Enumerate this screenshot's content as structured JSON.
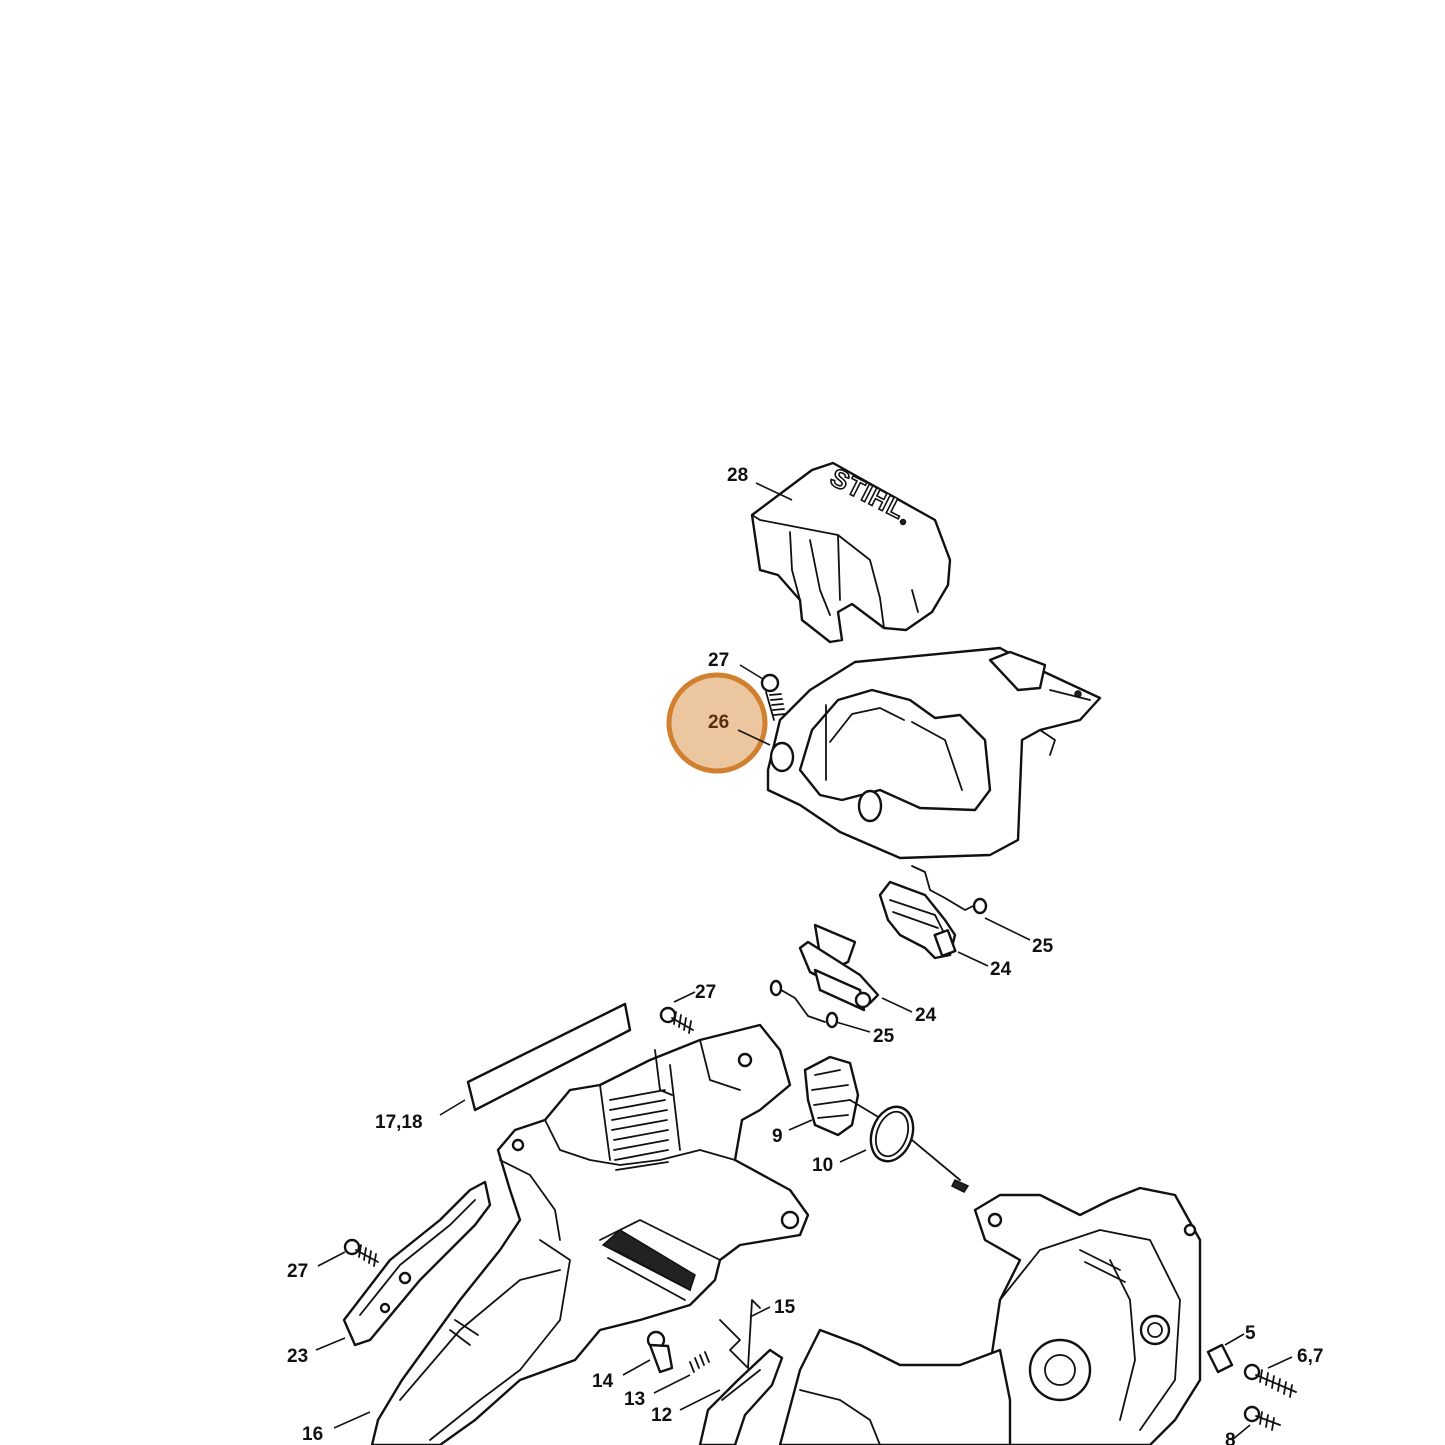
{
  "highlight": {
    "label": "26",
    "fill": "#e8bc8e",
    "stroke": "#d0802e",
    "text_color": "#5a3010"
  },
  "logo_text": "STIHL",
  "callouts": {
    "c28": "28",
    "c27_top": "27",
    "c26": "26",
    "c25_right": "25",
    "c24_right": "24",
    "c24_mid": "24",
    "c25_mid": "25",
    "c27_mid": "27",
    "c17_18": "17,18",
    "c9": "9",
    "c10": "10",
    "c27_left": "27",
    "c23": "23",
    "c15": "15",
    "c14": "14",
    "c13": "13",
    "c12": "12",
    "c16": "16",
    "c5": "5",
    "c6_7": "6,7",
    "c8": "8"
  }
}
